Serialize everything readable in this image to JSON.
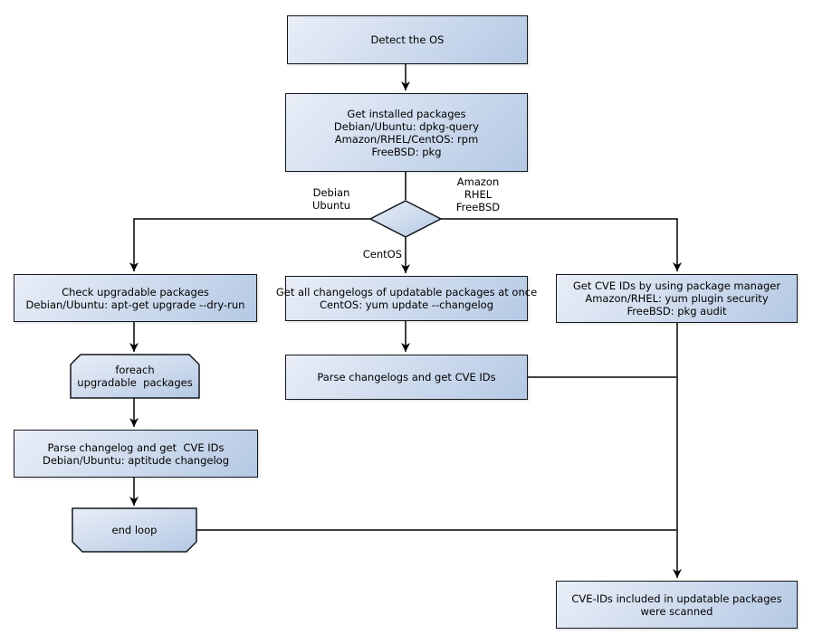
{
  "diagram": {
    "title": "OS package CVE scan flowchart",
    "colors": {
      "node_fill_light": "#e9eef7",
      "node_fill_dark": "#b5c9e4",
      "node_border": "#14171c",
      "connector": "#000000",
      "text": "#000000",
      "background": "#ffffff"
    },
    "nodes": {
      "detect_os": {
        "lines": [
          "Detect the OS"
        ]
      },
      "get_installed": {
        "lines": [
          "Get installed packages",
          "Debian/Ubuntu: dpkg-query",
          "Amazon/RHEL/CentOS: rpm",
          "FreeBSD: pkg"
        ]
      },
      "check_upgradable": {
        "lines": [
          "Check upgradable packages",
          "Debian/Ubuntu: apt-get upgrade --dry-run"
        ]
      },
      "foreach_loop": {
        "lines": [
          "foreach",
          "upgradable  packages"
        ]
      },
      "parse_changelog_deb": {
        "lines": [
          "Parse changelog and get  CVE IDs",
          "Debian/Ubuntu: aptitude changelog"
        ]
      },
      "end_loop": {
        "lines": [
          "end loop"
        ]
      },
      "get_changelogs_centos": {
        "lines": [
          "Get all changelogs of updatable packages at once",
          "CentOS: yum update --changelog"
        ]
      },
      "parse_changelogs_centos": {
        "lines": [
          "Parse changelogs and get CVE IDs"
        ]
      },
      "get_cve_pkgmgr": {
        "lines": [
          "Get CVE IDs by using package manager",
          "Amazon/RHEL: yum plugin security",
          "FreeBSD: pkg audit"
        ]
      },
      "scanned_result": {
        "lines": [
          "CVE-IDs included in updatable packages",
          "were scanned"
        ]
      }
    },
    "edge_labels": {
      "debian_ubuntu": [
        "Debian",
        "Ubuntu"
      ],
      "amazon_rhel_freebsd": [
        "Amazon",
        "RHEL",
        "FreeBSD"
      ],
      "centos": [
        "CentOS"
      ]
    }
  }
}
